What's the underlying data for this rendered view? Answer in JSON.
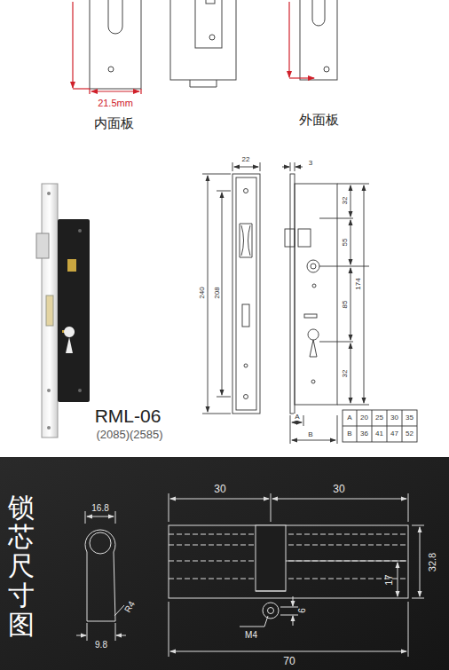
{
  "diagram": {
    "labels": [
      "21.5mm",
      "内面板",
      "外面板",
      "RML-06",
      "(2085)(2585)",
      "22",
      "3",
      "240",
      "208",
      "32",
      "55",
      "174",
      "85",
      "32",
      "A",
      "B",
      "A",
      "20",
      "25",
      "30",
      "35",
      "B",
      "36",
      "41",
      "47",
      "52",
      "锁芯尺寸图",
      "16.8",
      "R4",
      "9.8",
      "30",
      "30",
      "32.8",
      "17",
      "6",
      "M4",
      "70"
    ]
  }
}
